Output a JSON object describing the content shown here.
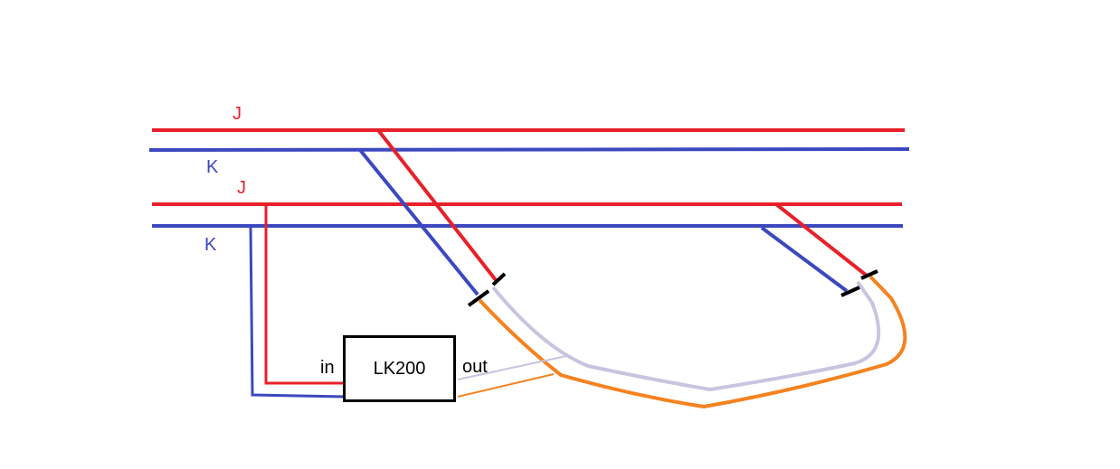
{
  "rail_labels": {
    "upper_j": "J",
    "upper_k": "K",
    "lower_j": "J",
    "lower_k": "K"
  },
  "module": {
    "name": "LK200",
    "input_label": "in",
    "output_label": "out"
  },
  "colors": {
    "j_rail": "#e8202a",
    "k_rail": "#3c48c0",
    "loop_outer": "#f5821f",
    "loop_inner": "#c8c4e0",
    "insulator": "#000000"
  }
}
